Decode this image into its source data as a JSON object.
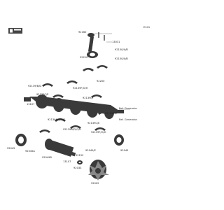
{
  "diagram": {
    "page_code": "E101",
    "labels": {
      "l92160": "92160",
      "l13031": "13031",
      "l92150ab_top": "92150/A/B",
      "l92210": "92210",
      "l92150ab_mid": "92150/A/B",
      "l92200": "92200",
      "l92139bd": "92139/B/D",
      "l92139fgh": "92139F/G/H",
      "l92139ij": "92139I/J",
      "l92139ce_a": "92139C/E",
      "l92139ce_b": "92139C/E",
      "l92139ce_c": "92139C/E",
      "l92139kl": "92139K/L",
      "l92139aceg": "92139A/C/E/G",
      "l92139bdgh": "92139B/D/G/H",
      "l92139fgh_b": "92139F/G/H",
      "l92045_left": "92045",
      "l92045a": "92045A",
      "l92049b": "92049B",
      "l13107": "13107",
      "l92152": "92152",
      "l92045_right": "92045",
      "l92049e": "92049/E",
      "l92033": "92033",
      "l13107b": "13107",
      "l92002": "92002"
    },
    "refs": {
      "ref_generator_1": "Ref. Generator",
      "ref_generator_2": "Ref. Generator"
    }
  }
}
